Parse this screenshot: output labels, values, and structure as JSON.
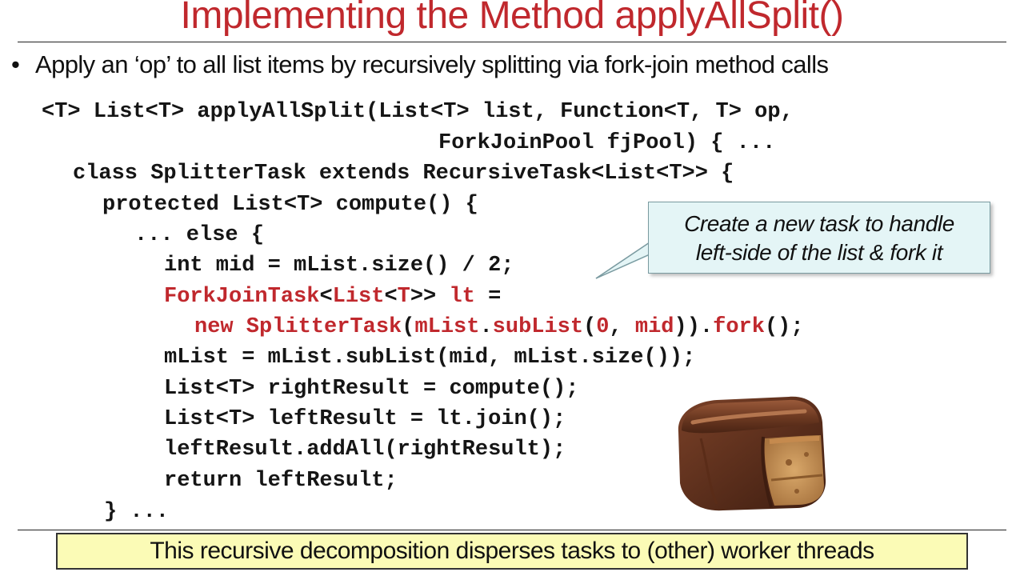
{
  "slide": {
    "title": "Implementing the Method applyAllSplit()",
    "bullet": "Apply an ‘op’ to all list items by recursively splitting via fork-join method calls"
  },
  "code": {
    "line1": "<T> List<T> applyAllSplit(List<T> list, Function<T, T> op,",
    "line2": "ForkJoinPool fjPool) { ...",
    "line3": "class SplitterTask extends RecursiveTask<List<T>> {",
    "line4": "protected List<T> compute() {",
    "line5": "... else {",
    "line6": "int mid = mList.size() / 2;",
    "line7": {
      "p1": "ForkJoinTask",
      "p2": "<",
      "p3": "List",
      "p4": "<",
      "p5": "T",
      "p6": ">> ",
      "p7": "lt",
      "p8": " ="
    },
    "line8": {
      "p1": "new SplitterTask",
      "p2": "(",
      "p3": "mList",
      "p4": ".",
      "p5": "subList",
      "p6": "(",
      "p7": "0",
      "p8": ", ",
      "p9": "mid",
      "p10": ")).",
      "p11": "fork",
      "p12": "();"
    },
    "line9": "mList = mList.subList(mid, mList.size());",
    "line10": "List<T> rightResult = compute();",
    "line11": "List<T> leftResult = lt.join();",
    "line12": "leftResult.addAll(rightResult);",
    "line13": "return leftResult;",
    "line14": "} ..."
  },
  "callout": {
    "line1": "Create a new task to handle",
    "line2": "left-side of the list & fork it"
  },
  "footer": {
    "text": "This recursive decomposition disperses tasks to (other) worker threads"
  },
  "image": {
    "name": "chocolate-candy-bar"
  },
  "colors": {
    "title_red": "#c0282d",
    "callout_bg": "#e4f5f6",
    "footer_bg": "#fbfbb6"
  }
}
